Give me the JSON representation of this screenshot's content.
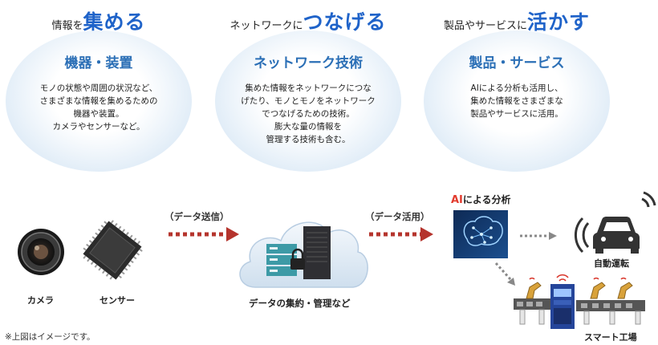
{
  "columns": [
    {
      "heading_pre": "情報を",
      "heading_big": "集める",
      "title": "機器・装置",
      "desc_lines": [
        "モノの状態や周囲の状況など、",
        "さまざまな情報を集めるための",
        "機器や装置。",
        "カメラやセンサーなど。"
      ]
    },
    {
      "heading_pre": "ネットワークに",
      "heading_big": "つなげる",
      "title": "ネットワーク技術",
      "desc_lines": [
        "集めた情報をネットワークにつな",
        "げたり、モノとモノをネットワーク",
        "でつなげるための技術。",
        "膨大な量の情報を",
        "管理する技術も含む。"
      ]
    },
    {
      "heading_pre": "製品やサービスに",
      "heading_big": "活かす",
      "title": "製品・サービス",
      "desc_lines": [
        "AIによる分析も活用し、",
        "集めた情報をさまざまな",
        "製品やサービスに活用。"
      ]
    }
  ],
  "flow": {
    "camera_label": "カメラ",
    "sensor_label": "センサー",
    "send_label": "（データ送信）",
    "use_label": "（データ活用）",
    "cloud_label": "データの集約・管理など",
    "ai_prefix": "AI",
    "ai_suffix": "による分析",
    "auto_label": "自動運転",
    "factory_label": "スマート工場"
  },
  "footnote": "※上図はイメージです。",
  "colors": {
    "heading_accent": "#1f63c9",
    "circle_title": "#2b6fb6",
    "arrow": "#b5342d",
    "ai_accent": "#e23b2e"
  }
}
